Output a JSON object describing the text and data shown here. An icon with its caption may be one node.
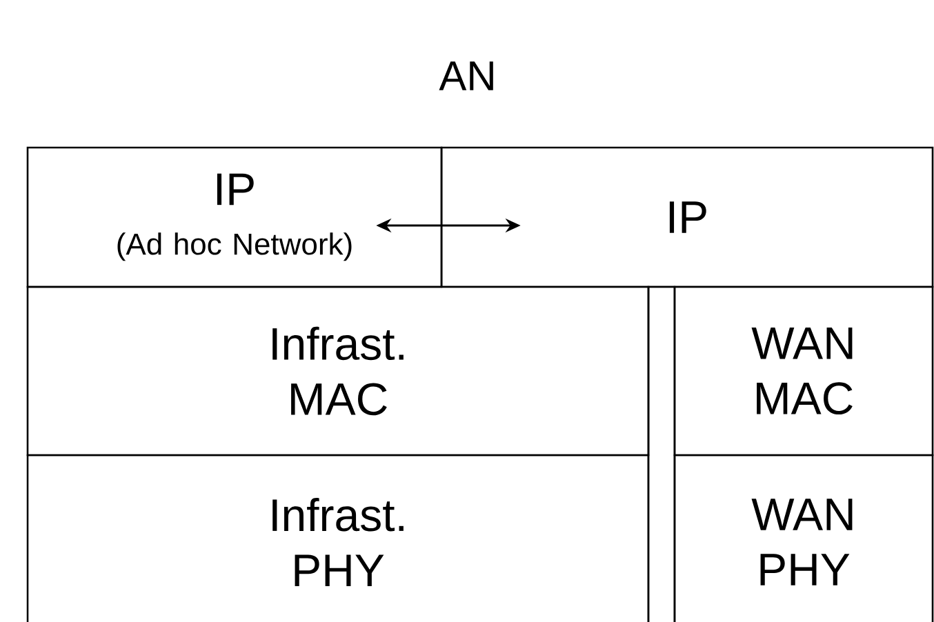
{
  "diagram": {
    "title": "AN",
    "nodes": [
      {
        "text": [
          "IP",
          "(Ad hoc Network)"
        ]
      },
      {
        "text": [
          "IP"
        ]
      },
      {
        "text": [
          "Infrast. MAC"
        ]
      },
      {
        "text": [
          "WAN MAC"
        ]
      },
      {
        "text": [
          "Infrast. PHY"
        ]
      },
      {
        "text": [
          "WAN PHY"
        ]
      }
    ],
    "edges": [
      {
        "from": 0,
        "to": 1,
        "arrow": "both"
      }
    ]
  }
}
